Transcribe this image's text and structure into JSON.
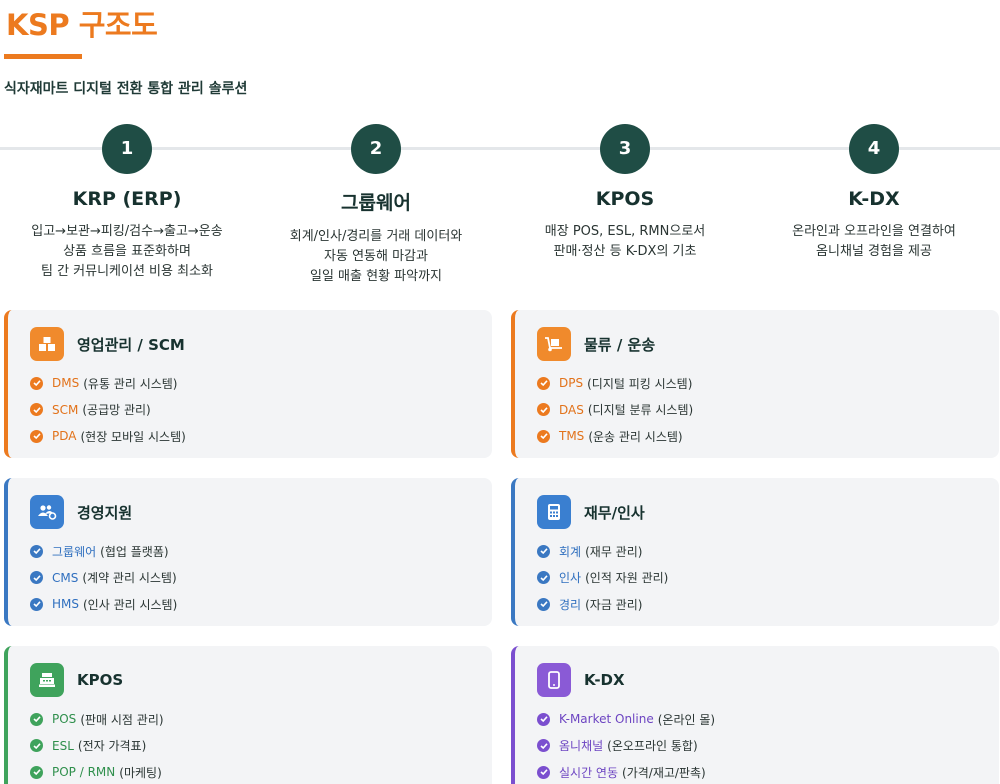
{
  "header": {
    "title": "KSP 구조도",
    "subtitle": "식자재마트 디지털 전환 통합 관리 솔루션"
  },
  "steps": [
    {
      "number": "1",
      "name": "KRP (ERP)",
      "desc_lines": [
        "입고→보관→피킹/검수→출고→운송",
        "상품 흐름을 표준화하며",
        "팀 간 커뮤니케이션 비용 최소화"
      ]
    },
    {
      "number": "2",
      "name": "그룹웨어",
      "desc_lines": [
        "회계/인사/경리를 거래 데이터와",
        "자동 연동해 마감과",
        "일일 매출 현황 파악까지"
      ]
    },
    {
      "number": "3",
      "name": "KPOS",
      "desc_lines": [
        "매장 POS, ESL, RMN으로서",
        "판매·정산 등 K-DX의 기초"
      ]
    },
    {
      "number": "4",
      "name": "K-DX",
      "desc_lines": [
        "온라인과 오프라인을 연결하여",
        "옴니채널 경험을 제공"
      ]
    }
  ],
  "cards": [
    {
      "title": "영업관리 / SCM",
      "icon": "boxes-icon",
      "color": "#ec7a1f",
      "items": [
        {
          "term": "DMS",
          "desc": "(유통 관리 시스템)"
        },
        {
          "term": "SCM",
          "desc": "(공급망 관리)"
        },
        {
          "term": "PDA",
          "desc": "(현장 모바일 시스템)"
        }
      ]
    },
    {
      "title": "물류 / 운송",
      "icon": "dolly-icon",
      "color": "#ec7a1f",
      "items": [
        {
          "term": "DPS",
          "desc": "(디지털 피킹 시스템)"
        },
        {
          "term": "DAS",
          "desc": "(디지털 분류 시스템)"
        },
        {
          "term": "TMS",
          "desc": "(운송 관리 시스템)"
        }
      ]
    },
    {
      "title": "경영지원",
      "icon": "users-gear-icon",
      "color": "#3a78c2",
      "items": [
        {
          "term": "그룹웨어",
          "desc": "(협업 플랫폼)"
        },
        {
          "term": "CMS",
          "desc": "(계약 관리 시스템)"
        },
        {
          "term": "HMS",
          "desc": "(인사 관리 시스템)"
        }
      ]
    },
    {
      "title": "재무/인사",
      "icon": "calculator-icon",
      "color": "#3a78c2",
      "items": [
        {
          "term": "회계",
          "desc": "(재무 관리)"
        },
        {
          "term": "인사",
          "desc": "(인적 자원 관리)"
        },
        {
          "term": "경리",
          "desc": "(자금 관리)"
        }
      ]
    },
    {
      "title": "KPOS",
      "icon": "cash-register-icon",
      "color": "#3fa35c",
      "items": [
        {
          "term": "POS",
          "desc": "(판매 시점 관리)"
        },
        {
          "term": "ESL",
          "desc": "(전자 가격표)"
        },
        {
          "term": "POP / RMN",
          "desc": "(마케팅)"
        }
      ]
    },
    {
      "title": "K-DX",
      "icon": "mobile-icon",
      "color": "#7b4fcf",
      "items": [
        {
          "term": "K-Market Online",
          "desc": "(온라인 몰)"
        },
        {
          "term": "옴니채널",
          "desc": "(온오프라인 통합)"
        },
        {
          "term": "실시간 연동",
          "desc": "(가격/재고/판촉)"
        }
      ]
    }
  ]
}
